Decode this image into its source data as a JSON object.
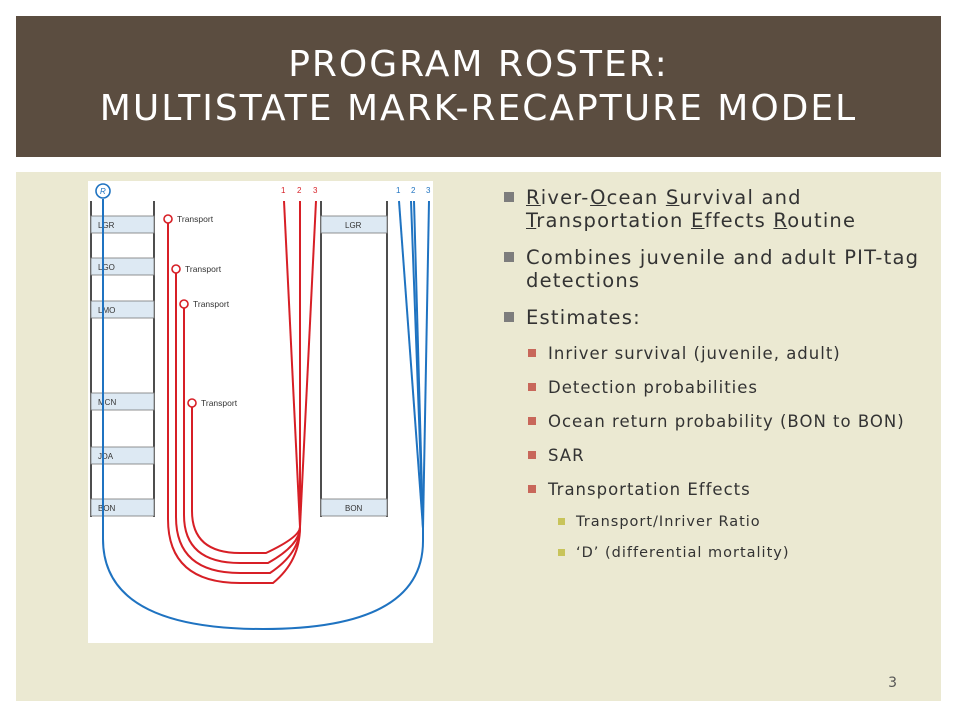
{
  "title": {
    "line1": "PROGRAM ROSTER:",
    "line2": "MULTISTATE MARK-RECAPTURE MODEL"
  },
  "diagram": {
    "release_label": "R",
    "left_dams": [
      "LGR",
      "LGO",
      "LMO",
      "MCN",
      "JDA",
      "BON"
    ],
    "right_dams": [
      "LGR",
      "BON"
    ],
    "transport_label": "Transport",
    "red_numbers": [
      "1",
      "2",
      "3"
    ],
    "blue_numbers": [
      "1",
      "2",
      "3"
    ],
    "colors": {
      "transport": "#d71f26",
      "inriver": "#1f73c1",
      "dam_band": "#dde9f3"
    }
  },
  "bullets": {
    "b1_parts": [
      "R",
      "iver-",
      "O",
      "cean ",
      "S",
      "urvival and ",
      "T",
      "ransportation ",
      "E",
      "ffects ",
      "R",
      "outine"
    ],
    "b2": "Combines juvenile and adult PIT-tag detections",
    "b3": "Estimates:",
    "sub": [
      "Inriver survival (juvenile, adult)",
      "Detection probabilities",
      "Ocean return probability (BON to BON)",
      "SAR",
      "Transportation  Effects"
    ],
    "subsub": [
      "Transport/Inriver  Ratio",
      "‘D’ (differential mortality)"
    ]
  },
  "page_number": "3"
}
